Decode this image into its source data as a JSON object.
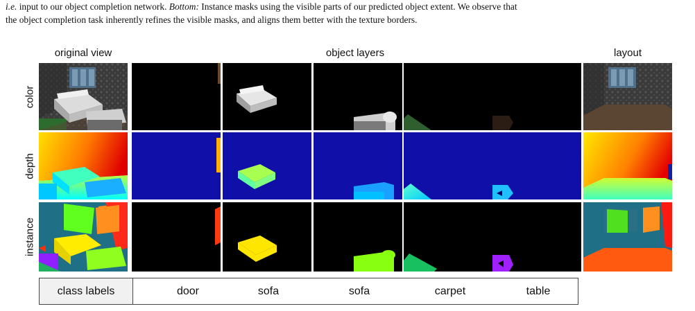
{
  "caption": {
    "line1_italic": "i.e.",
    "line1_rest": " input to our object completion network. ",
    "line1_bottom_italic": "Bottom:",
    "line1_tail": " Instance masks using the visible parts of our predicted object extent. We observe that",
    "line2": "the object completion task inherently refines the visible masks, and aligns them better with the texture borders."
  },
  "headers": {
    "original": "original view",
    "layers": "object layers",
    "layout": "layout"
  },
  "rows": {
    "color": "color",
    "depth": "depth",
    "instance": "instance"
  },
  "class_labels": {
    "title": "class labels",
    "items": [
      "door",
      "sofa",
      "sofa",
      "carpet",
      "table"
    ]
  }
}
